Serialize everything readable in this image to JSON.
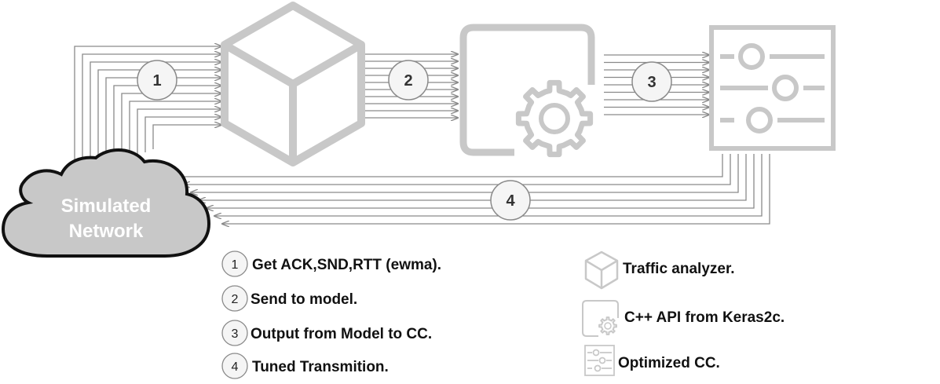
{
  "cloud": {
    "line1": "Simulated",
    "line2": "Network"
  },
  "flow_steps": [
    {
      "number": "1"
    },
    {
      "number": "2"
    },
    {
      "number": "3"
    },
    {
      "number": "4"
    }
  ],
  "legend_steps": [
    {
      "number": "1",
      "text": "Get ACK,SND,RTT (ewma)."
    },
    {
      "number": "2",
      "text": "Send to model."
    },
    {
      "number": "3",
      "text": "Output from Model to CC."
    },
    {
      "number": "4",
      "text": "Tuned Transmition."
    }
  ],
  "legend_icons": [
    {
      "icon": "cube-icon",
      "text": "Traffic analyzer."
    },
    {
      "icon": "gear-box-icon",
      "text": "C++ API from Keras2c."
    },
    {
      "icon": "sliders-icon",
      "text": "Optimized CC."
    }
  ],
  "colors": {
    "icon_gray": "#c8c8c8",
    "line_gray": "#8a8a8a",
    "cloud_fill": "#c8c8c8",
    "cloud_stroke": "#111111"
  }
}
